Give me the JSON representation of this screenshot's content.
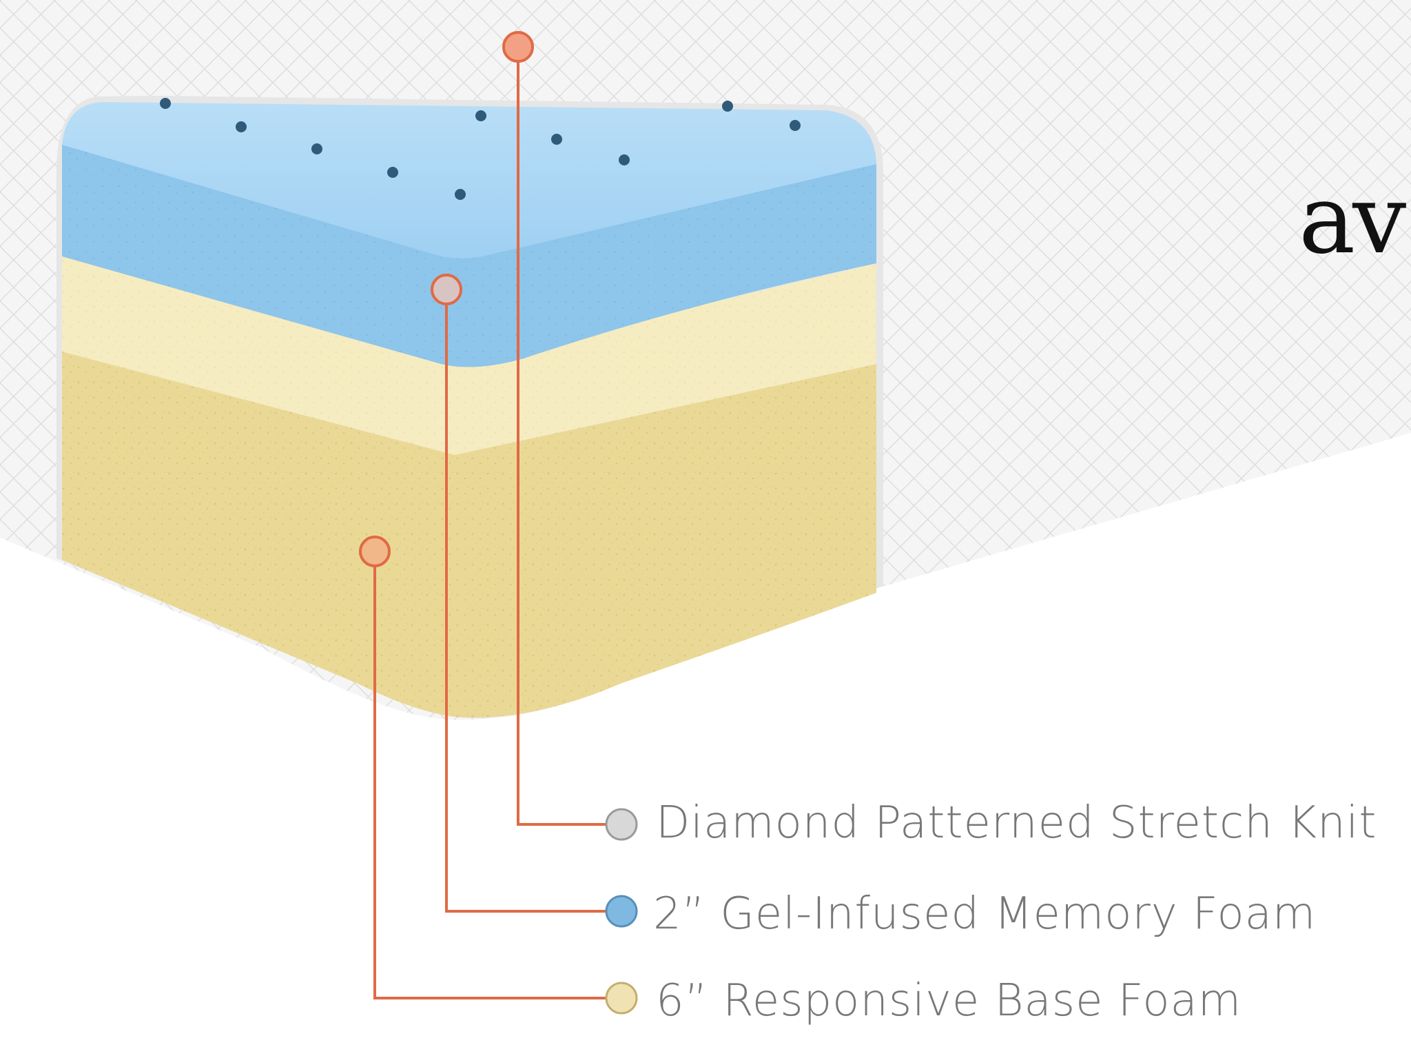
{
  "brand": {
    "text": "av"
  },
  "legend": {
    "items": [
      {
        "label": "Diamond Patterned Stretch Knit",
        "swatch": "#d8d8d8",
        "icon": "knit-swatch"
      },
      {
        "label": "2” Gel-Infused Memory Foam",
        "swatch": "#7fb8e0",
        "icon": "gel-swatch"
      },
      {
        "label": "6” Responsive Base Foam",
        "swatch": "#f1e2b4",
        "icon": "base-swatch"
      }
    ]
  },
  "colors": {
    "leader": "#e06a45",
    "text": "#777777",
    "gel": "#8ec5ea",
    "comfort": "#f6ecc2",
    "base": "#ead996",
    "cover": "#f4f4f4"
  }
}
